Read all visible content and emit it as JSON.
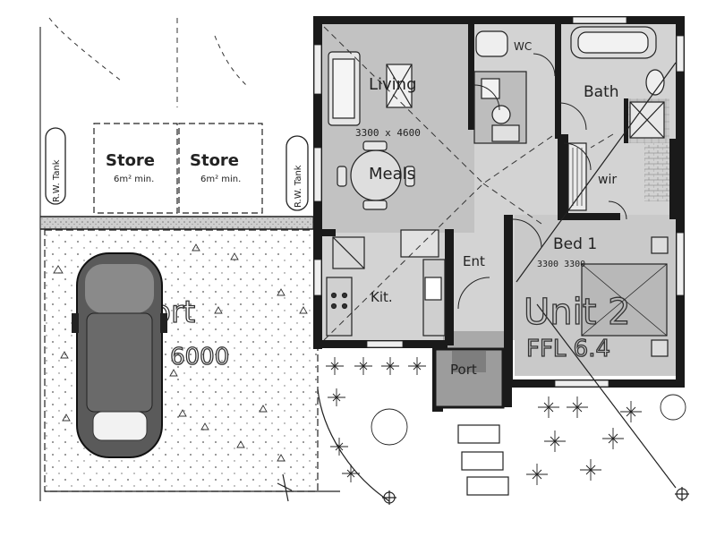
{
  "rooms": {
    "living": "Living",
    "living_dim": "3300 x 4600",
    "meals": "Meals",
    "wc": "WC",
    "bath": "Bath",
    "wir": "wir",
    "bed": "Bed 1",
    "bed_dim": "3300 3300",
    "ent": "Ent",
    "kit": "Kit.",
    "port": "Port"
  },
  "outbuildings": {
    "store_left": "Store",
    "store_left_area": "6m² min.",
    "store_right": "Store",
    "store_right_area": "6m² min.",
    "tank_left": "R.W. Tank",
    "tank_right": "R.W. Tank"
  },
  "carport": {
    "label": "Carport",
    "dim": "3000 x 6000"
  },
  "unit": {
    "label": "Unit 2",
    "ffl": "FFL 6.4"
  },
  "colors": {
    "wall": "#1a1a1a",
    "floor_shade": "#b9b9b9",
    "floor_light": "#d6d6d6",
    "port_shade": "#a8a8a8",
    "line": "#333333"
  }
}
